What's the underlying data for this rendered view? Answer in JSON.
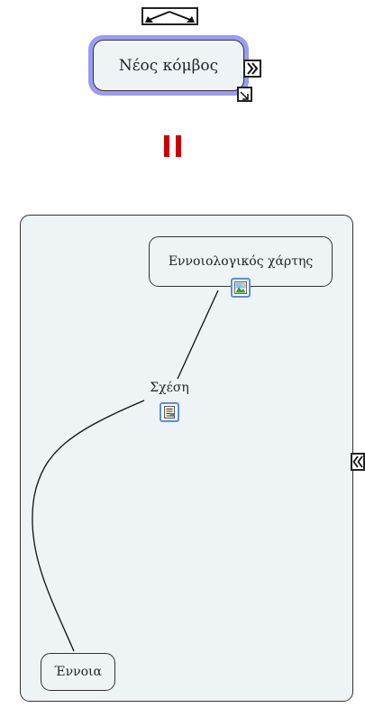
{
  "top_example": {
    "node_label": "Νέος κόμβος",
    "equals_color": "#cc0000",
    "arrow_icon": "double-chevron-right-icon",
    "resize_icon": "resize-corner-icon",
    "handle_icon": "expand-arrows-icon"
  },
  "map": {
    "top_concept_label": "Εννοιολογικός χάρτης",
    "relation_label": "Σχέση",
    "bottom_concept_label": "Έννοια",
    "image_resource_icon": "image-icon",
    "document_resource_icon": "document-icon",
    "collapse_icon": "double-chevron-left-icon",
    "panel_color": "#eef3f5",
    "accent_color": "#5a8ed8"
  }
}
